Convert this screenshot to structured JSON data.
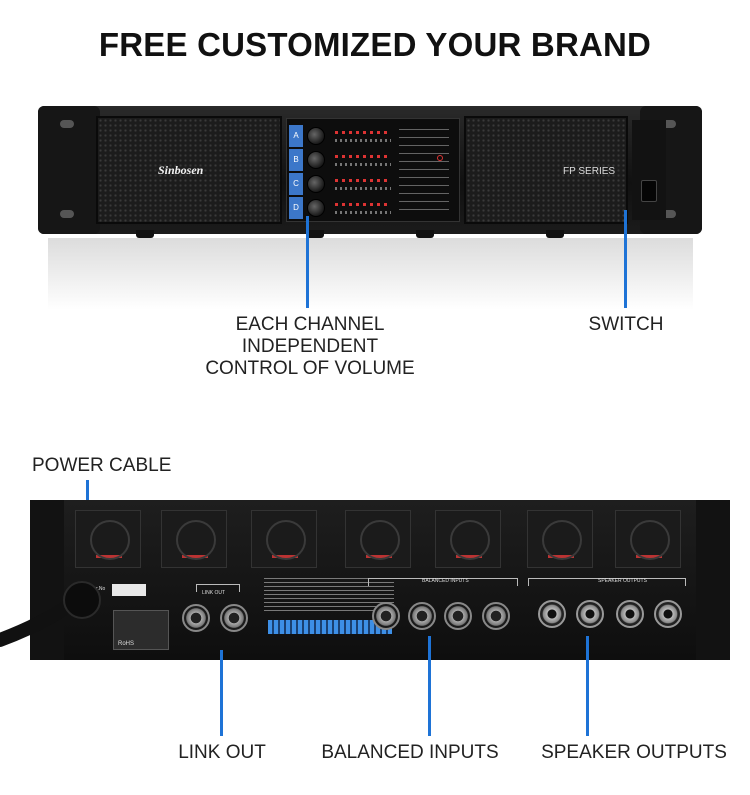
{
  "headline": "FREE CUSTOMIZED YOUR BRAND",
  "front_panel": {
    "brand": "Sinbosen",
    "series": "FP SERIES",
    "channels": [
      "A",
      "B",
      "C",
      "D"
    ]
  },
  "callouts": {
    "volume_control": [
      "EACH CHANNEL",
      "INDEPENDENT",
      "CONTROL OF VOLUME"
    ],
    "switch": "SWITCH",
    "power_cable": "POWER CABLE",
    "link_out": "LINK OUT",
    "balanced_inputs": "BALANCED INPUTS",
    "speaker_outputs": "SPEAKER OUTPUTS"
  },
  "rear_panel": {
    "link_out_tag": "LINK OUT",
    "balanced_inputs_tag": "BALANCED INPUTS",
    "speaker_outputs_tag": "SPEAKER OUTPUTS",
    "rohs": "RoHS",
    "ser_no": "Ser.No"
  },
  "colors": {
    "callout_line": "#1e73d6",
    "chassis": "#111111",
    "channel_tab": "#3c77c9",
    "dip_switch": "#3d8fe6"
  }
}
